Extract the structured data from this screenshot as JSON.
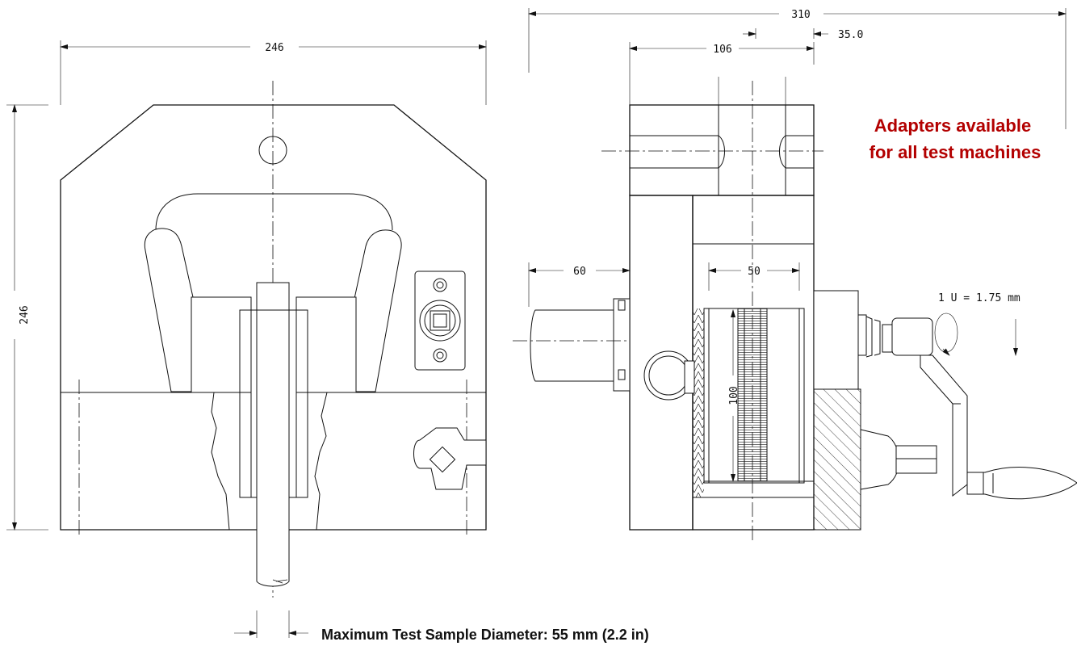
{
  "dimensions": {
    "left_width": "246",
    "left_height": "246",
    "overall_width": "310",
    "offset": "35.0",
    "frame_width": "106",
    "shaft_length": "60",
    "jaw_width": "50",
    "jaw_height": "100",
    "crank_ratio": "1 U = 1.75 mm"
  },
  "notes": {
    "adapters_line1": "Adapters available",
    "adapters_line2": "for all test machines"
  },
  "caption": {
    "max_diameter": "Maximum Test Sample Diameter: 55 mm (2.2 in)"
  },
  "colors": {
    "note": "#b30000",
    "line": "#111111"
  }
}
